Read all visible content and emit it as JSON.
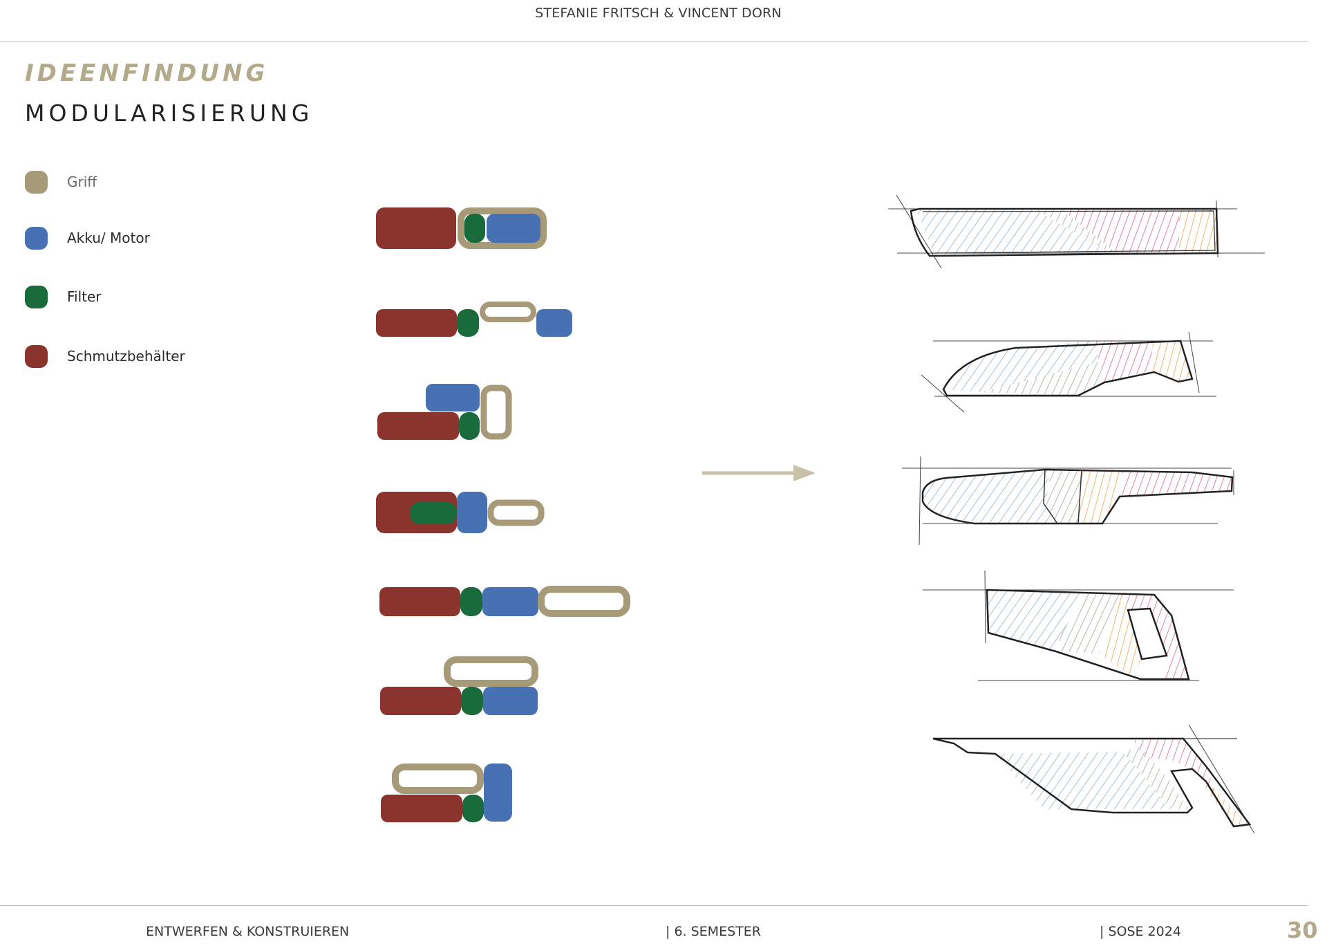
{
  "header": {
    "authors": "STEFANIE FRITSCH & VINCENT DORN"
  },
  "section_title": "IDEENFINDUNG",
  "page_title": "MODULARISIERUNG",
  "colors": {
    "griff": "#a69a78",
    "akku": "#4771b2",
    "filter": "#196b3c",
    "schmutz": "#8b342d",
    "accent": "#b3aa8c",
    "rule": "#c9c2a8"
  },
  "legend": [
    {
      "label": "Griff",
      "color": "#a69a78"
    },
    {
      "label": "Akku/ Motor",
      "color": "#4771b2"
    },
    {
      "label": "Filter",
      "color": "#196b3c"
    },
    {
      "label": "Schmutzbehälter",
      "color": "#8b342d"
    }
  ],
  "footer": {
    "course": "ENTWERFEN & KONSTRUIEREN",
    "semester": "| 6. SEMESTER",
    "term": "| SOSE 2024",
    "page_number": "30"
  }
}
